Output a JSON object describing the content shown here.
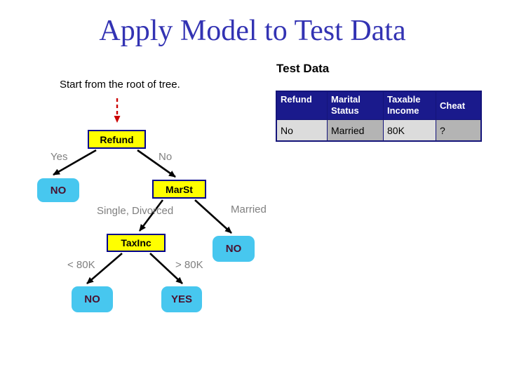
{
  "title": "Apply Model to Test Data",
  "annotations": {
    "test_data_label": "Test Data",
    "instruction": "Start from the root of tree."
  },
  "test_table": {
    "headers": [
      "Refund",
      "Marital Status",
      "Taxable Income",
      "Cheat"
    ],
    "row": [
      "No",
      "Married",
      "80K",
      "?"
    ]
  },
  "tree": {
    "nodes": {
      "refund": "Refund",
      "marst": "MarSt",
      "taxinc": "TaxInc"
    },
    "leaves": {
      "refund_yes": "NO",
      "marst_married": "NO",
      "taxinc_lt": "NO",
      "taxinc_gt": "YES"
    },
    "edge_labels": {
      "yes": "Yes",
      "no": "No",
      "single_divorced": "Single, Divorced",
      "married": "Married",
      "lt_80k": "< 80K",
      "gt_80k": "> 80K"
    }
  },
  "colors": {
    "title_text": "#3333b3",
    "node_fill": "#ffff00",
    "node_border": "#00008b",
    "leaf_fill": "#47c7ef",
    "leaf_text": "#4a1230",
    "edge_label": "#808080",
    "arrow": "#000000",
    "dashed_arrow": "#cc0000",
    "table_header_bg": "#1a1a8c",
    "table_header_text": "#ffffff",
    "cell_light": "#dcdcdc",
    "cell_dark": "#b4b4b4",
    "table_border": "#14147a"
  }
}
